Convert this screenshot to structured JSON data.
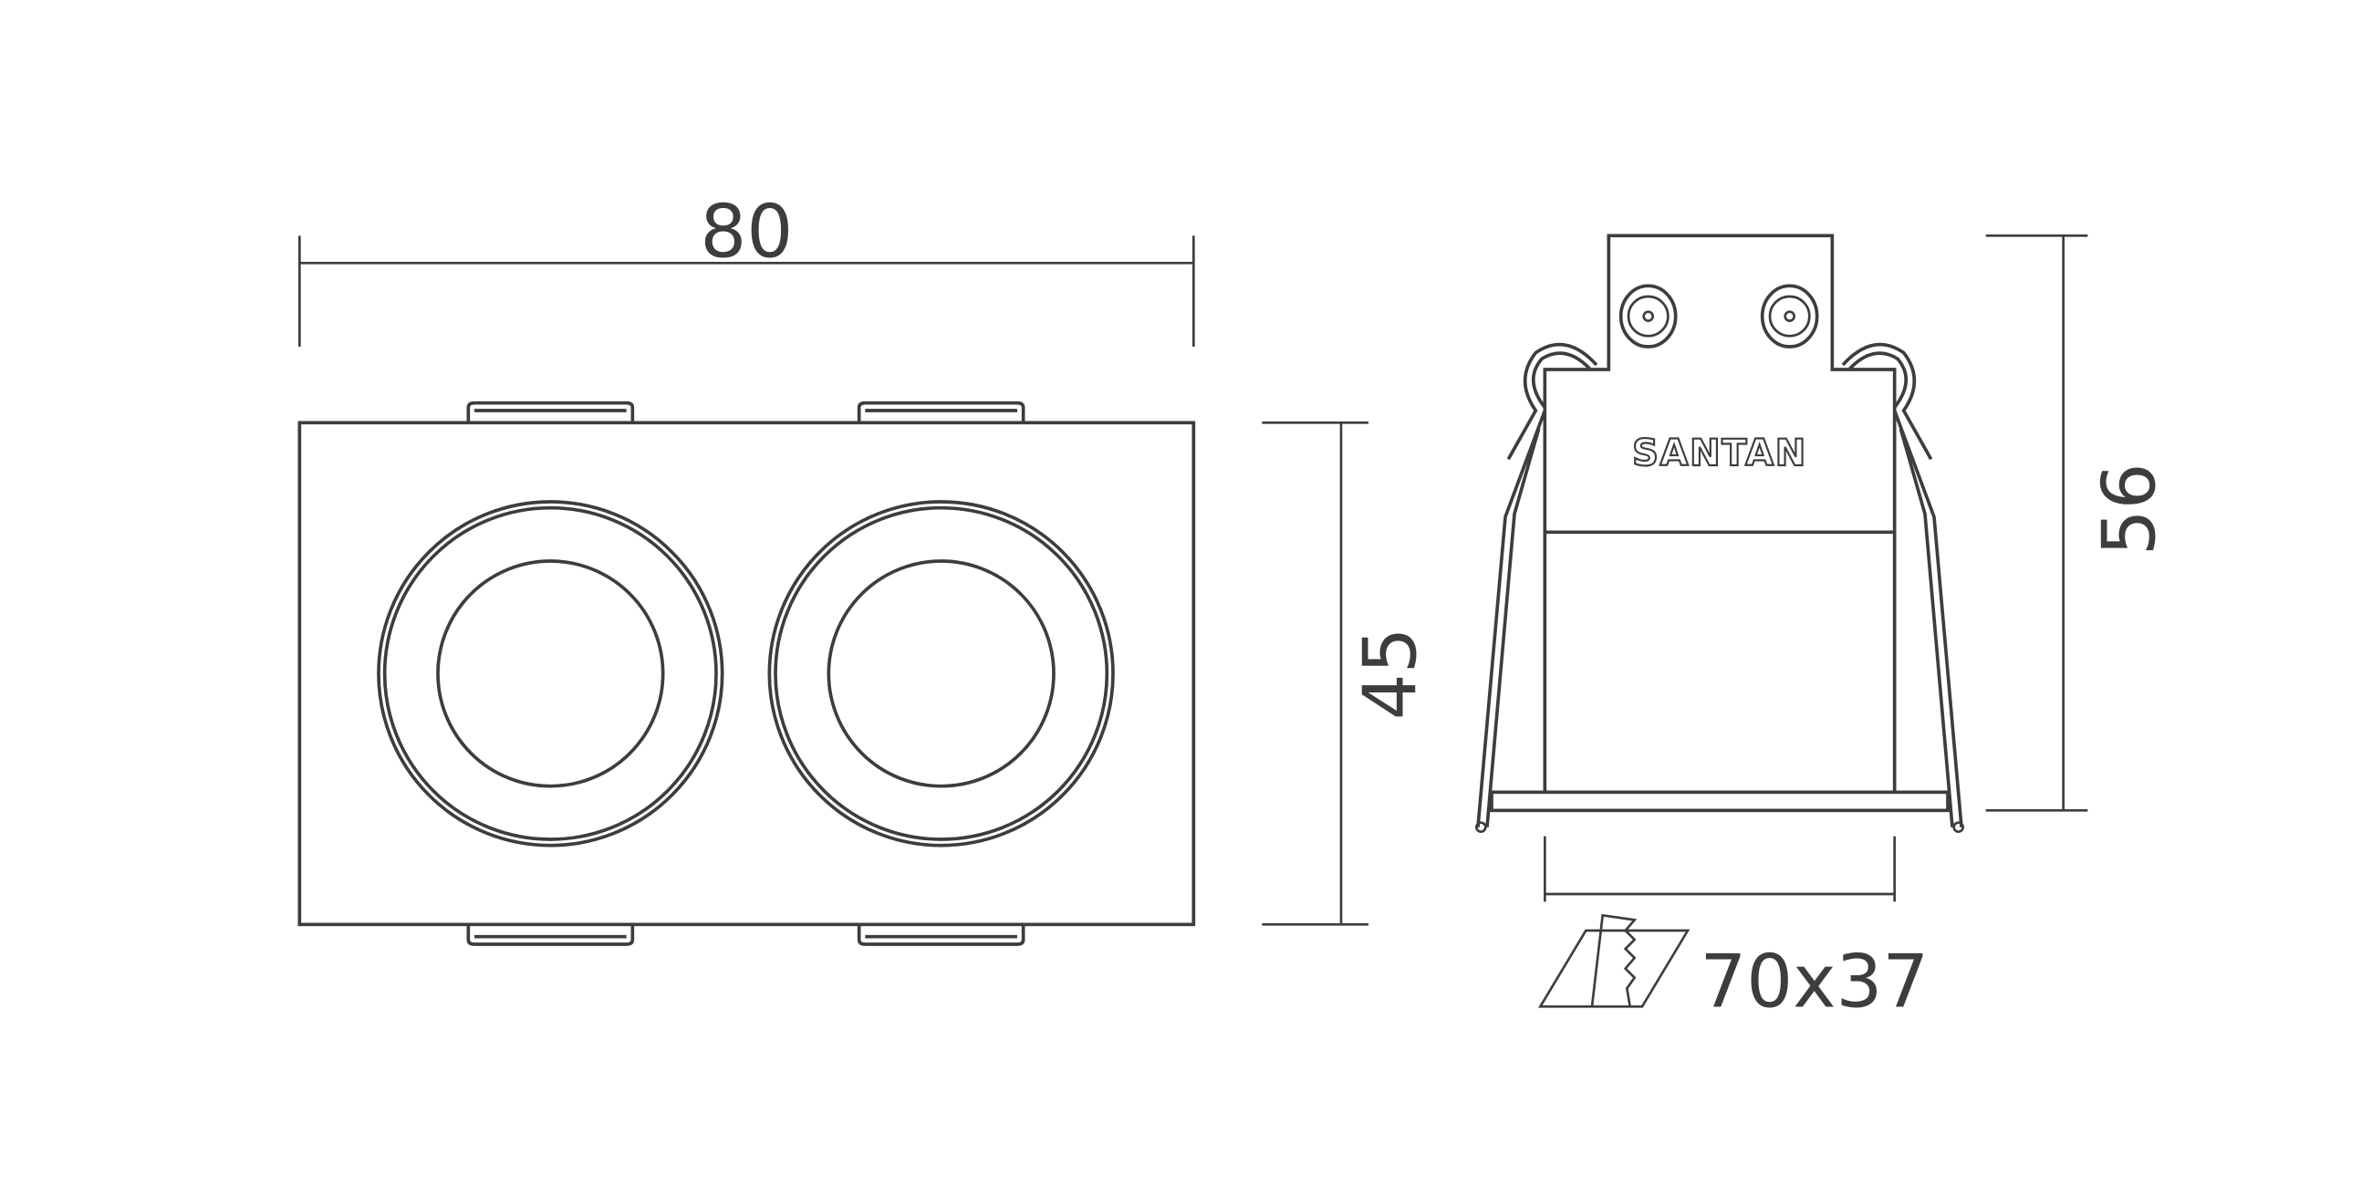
{
  "drawing": {
    "width_label": "80",
    "height_label": "45",
    "depth_label": "56",
    "cutout_label": "70x37",
    "brand_logo": "SANTAN",
    "line_color": "#3d3d3f"
  }
}
